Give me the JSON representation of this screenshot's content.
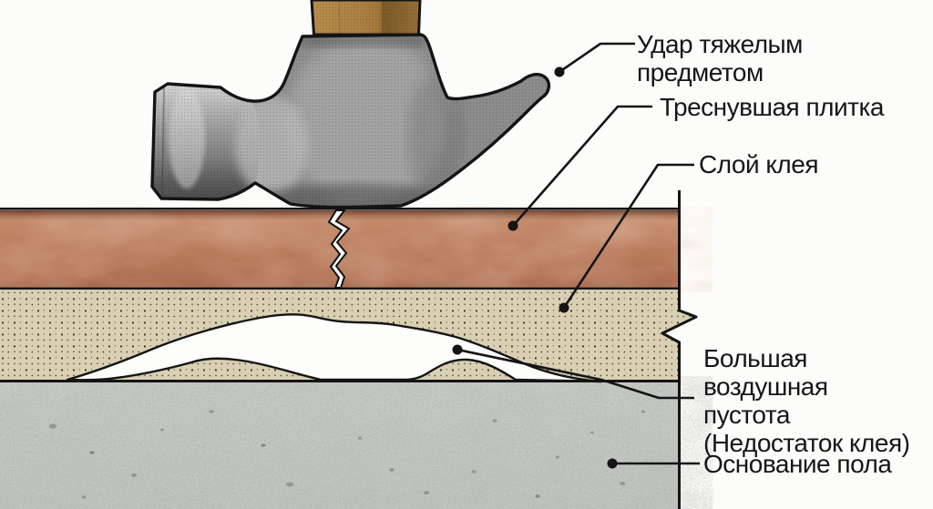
{
  "figure": {
    "labels": {
      "impact": "Удар тяжелым предметом",
      "cracked_tile": "Треснувшая плитка",
      "adhesive": "Слой клея",
      "air_void": "Большая воздушная\nпустота\n(Недостаток клея)",
      "floor_base": "Основание пола"
    },
    "colors": {
      "background": "#fcfcfa",
      "tile": "#b87a5b",
      "adhesive": "#d9d0b4",
      "concrete": "#c5c8c4",
      "hammer_metal": "#8d8d8d",
      "hammer_handle": "#ab7e40",
      "void_fill": "#fdfdfc",
      "crack_fill": "#ffffff",
      "line": "#141414"
    }
  }
}
